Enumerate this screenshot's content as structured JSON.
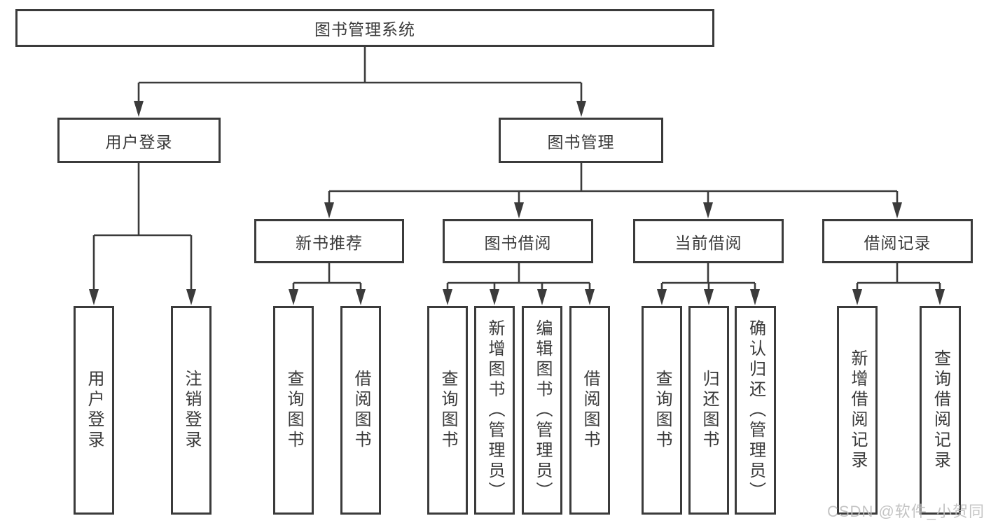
{
  "diagram": {
    "title": "图书管理系统",
    "watermark": "CSDN @软件_小贺同学",
    "colors": {
      "line": "#3b3b3b",
      "text": "#3a3a3a",
      "background": "#ffffff",
      "watermark": "#bdbdbd"
    },
    "nodes": {
      "root": {
        "label": "图书管理系统"
      },
      "user_login": {
        "label": "用户登录"
      },
      "book_mgmt": {
        "label": "图书管理"
      },
      "new_book_rec": {
        "label": "新书推荐"
      },
      "book_borrow": {
        "label": "图书借阅"
      },
      "current_borrow": {
        "label": "当前借阅"
      },
      "borrow_records": {
        "label": "借阅记录"
      },
      "ul_login": {
        "label": "用户登录"
      },
      "ul_logout": {
        "label": "注销登录"
      },
      "nbr_query": {
        "label": "查询图书"
      },
      "nbr_borrow": {
        "label": "借阅图书"
      },
      "bb_query": {
        "label": "查询图书"
      },
      "bb_add": {
        "label": "新增图书（管理员）"
      },
      "bb_edit": {
        "label": "编辑图书（管理员）"
      },
      "bb_borrow": {
        "label": "借阅图书"
      },
      "cb_query": {
        "label": "查询图书"
      },
      "cb_return": {
        "label": "归还图书"
      },
      "cb_confirm": {
        "label": "确认归还（管理员）"
      },
      "br_add": {
        "label": "新增借阅记录"
      },
      "br_query": {
        "label": "查询借阅记录"
      }
    },
    "structure": {
      "root": "图书管理系统",
      "children": [
        {
          "label": "用户登录",
          "children": [
            "用户登录",
            "注销登录"
          ]
        },
        {
          "label": "图书管理",
          "children": [
            {
              "label": "新书推荐",
              "children": [
                "查询图书",
                "借阅图书"
              ]
            },
            {
              "label": "图书借阅",
              "children": [
                "查询图书",
                "新增图书（管理员）",
                "编辑图书（管理员）",
                "借阅图书"
              ]
            },
            {
              "label": "当前借阅",
              "children": [
                "查询图书",
                "归还图书",
                "确认归还（管理员）"
              ]
            },
            {
              "label": "借阅记录",
              "children": [
                "新增借阅记录",
                "查询借阅记录"
              ]
            }
          ]
        }
      ]
    }
  }
}
